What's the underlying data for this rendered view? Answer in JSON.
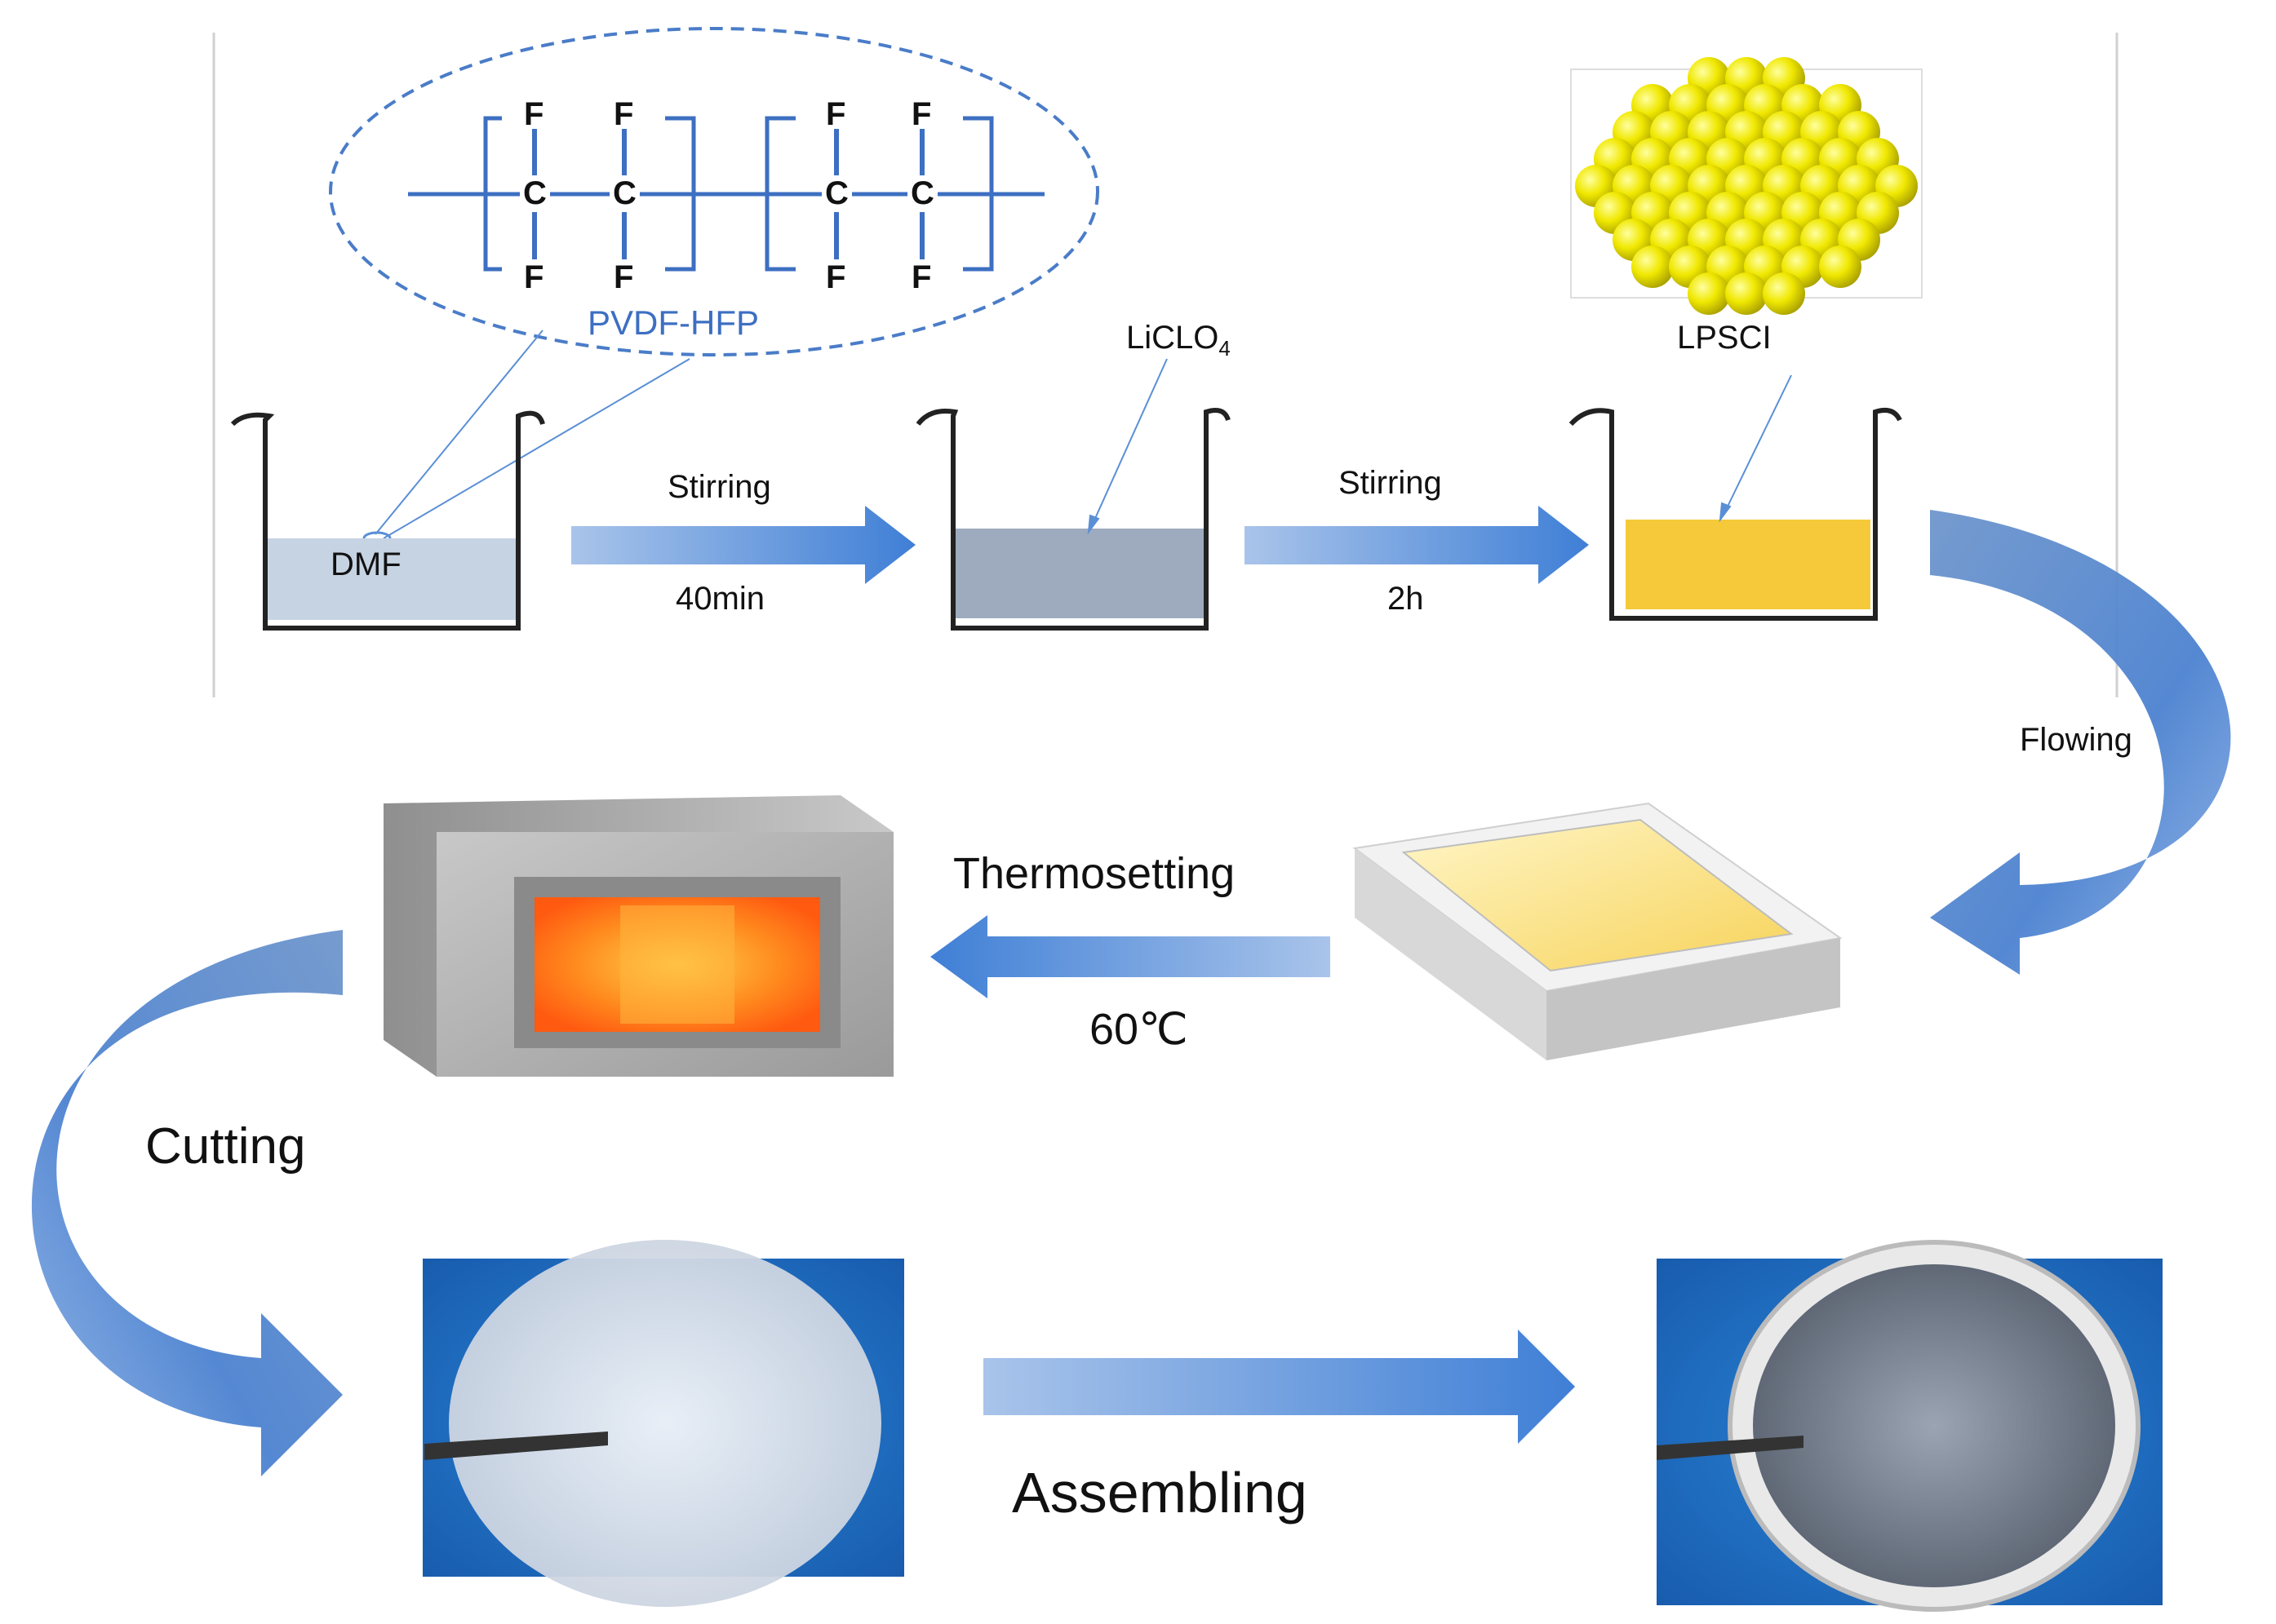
{
  "molecule": {
    "atoms": {
      "fluorine": "F",
      "carbon": "C"
    },
    "name": "PVDF-HFP"
  },
  "beakers": [
    {
      "label": "DMF",
      "liquid_color": "#c6d3e3"
    },
    {
      "label": "LiCLO",
      "label_subscript": "4",
      "liquid_color": "#9eabbe"
    },
    {
      "label": "LPSCI",
      "liquid_color": "#f6c93a"
    }
  ],
  "steps": {
    "stir1": {
      "label": "Stirring",
      "time": "40min"
    },
    "stir2": {
      "label": "Stirring",
      "time": "2h"
    },
    "flow": {
      "label": "Flowing"
    },
    "thermo": {
      "label": "Thermosetting",
      "temp": "60",
      "temp_unit": "℃"
    },
    "cut": {
      "label": "Cutting"
    },
    "assemble": {
      "label": "Assembling"
    }
  },
  "colors": {
    "arrow": "#5b8fd6",
    "molecule": "#3d6fc2",
    "particles": "#e8e000",
    "oven_glow": "#ff7a1a",
    "photo_bg": "#1f6fc0"
  }
}
